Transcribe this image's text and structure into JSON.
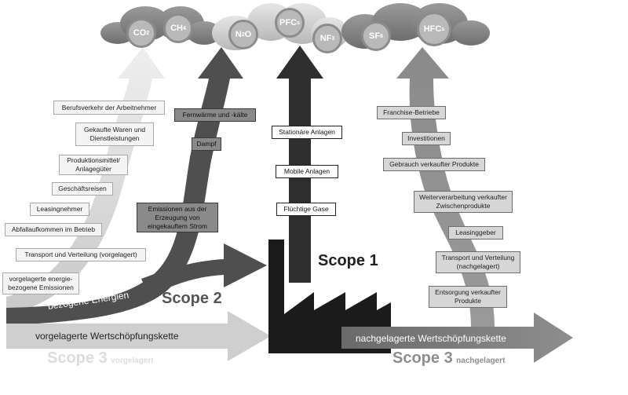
{
  "gases": [
    "CO2",
    "CH4",
    "N2O",
    "PFCs",
    "NF3",
    "SF6",
    "HFCs"
  ],
  "scope3_up_items": [
    "Berufsverkehr der Arbeitnehmer",
    "Gekaufte Waren und Dienstleistungen",
    "Produktionsmittel/ Anlagegüter",
    "Geschäftsreisen",
    "Leasingnehmer",
    "Abfallaufkommen im Betrieb",
    "Transport und Verteilung (vorgelagert)",
    "vorgelagerte energie- bezogene Emissionen"
  ],
  "scope2_items": [
    "Fernwärme und -kälte",
    "Dampf",
    "Emissionen aus der Erzeugung von eingekauftem Strom"
  ],
  "scope1_items": [
    "Stationäre Anlagen",
    "Mobile Anlagen",
    "Flüchtige Gase"
  ],
  "scope3_down_items": [
    "Franchise-Betriebe",
    "Investitionen",
    "Gebrauch verkaufter Produkte",
    "Weiterverarbeitung verkaufter Zwischenprodukte",
    "Leasinggeber",
    "Transport und Verteilung (nachgelagert)",
    "Entsorgung verkaufter Produkte"
  ],
  "labels": {
    "bezogene": "bezogene Energien",
    "scope2": "Scope 2",
    "scope1": "Scope 1",
    "upstream_chain": "vorgelagerte Wertschöpfungskette",
    "downstream_chain": "nachgelagerte Wertschöpfungskette",
    "scope3_up": "Scope 3",
    "scope3_up_sub": "vorgelagert",
    "scope3_down": "Scope 3",
    "scope3_down_sub": "nachgelagert"
  }
}
